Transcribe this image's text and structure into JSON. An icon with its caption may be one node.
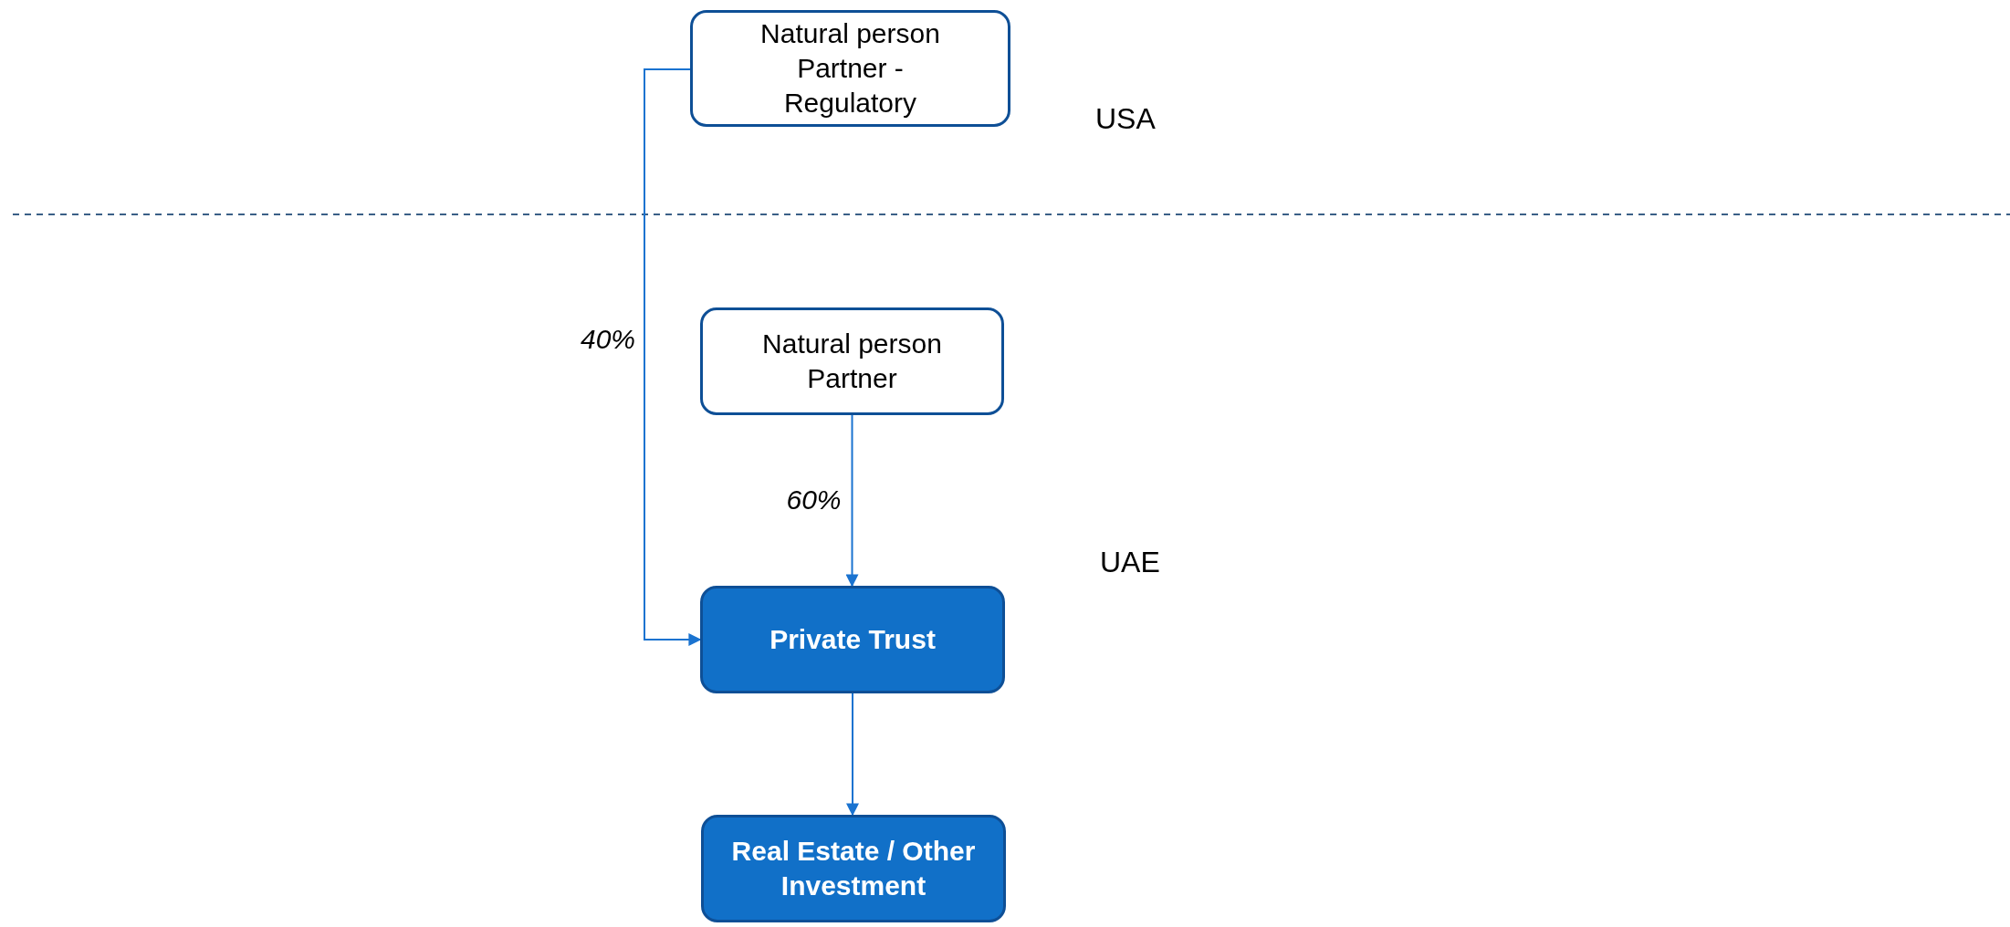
{
  "diagram": {
    "nodes": [
      {
        "text": [
          "Natural person Partner - Regulatory"
        ]
      },
      {
        "text": [
          "Natural person Partner"
        ]
      },
      {
        "text": [
          "Private Trust"
        ]
      },
      {
        "text": [
          "Real Estate / Other Investment"
        ]
      }
    ],
    "edges": [
      {
        "from": 0,
        "to": 2,
        "arrow": "to",
        "label": "40%"
      },
      {
        "from": 1,
        "to": 2,
        "arrow": "to",
        "label": "60%"
      },
      {
        "from": 2,
        "to": 3,
        "arrow": "to"
      }
    ],
    "labels": [
      "USA",
      "UAE"
    ]
  }
}
